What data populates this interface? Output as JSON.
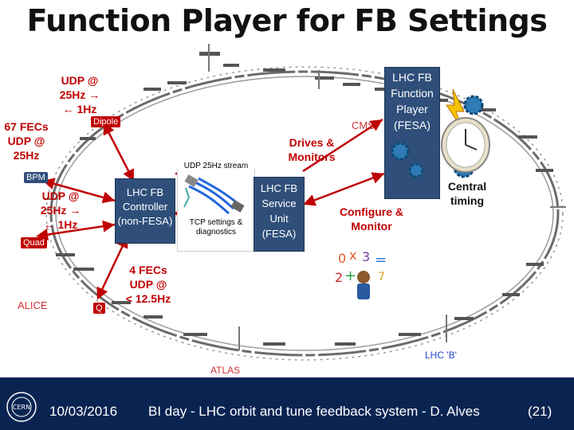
{
  "title": "Function Player for FB Settings",
  "labels": {
    "udp_top": "UDP @\n25Hz →\n← 1Hz",
    "fecs67": "67 FECs\nUDP @\n25Hz",
    "udp_left": "UDP @\n25Hz →\n← 1Hz",
    "fecs4": "4 FECs\nUDP @\n< 12.5Hz",
    "udp_stream": "UDP 25Hz stream",
    "drives": "Drives &\nMonitors",
    "configure": "Configure &\nMonitor",
    "central_timing": "Central\ntiming",
    "tcp": "TCP settings &\ndiagnostics"
  },
  "boxes": {
    "controller": "LHC FB\nController\n(non-FESA)",
    "service": "LHC FB\nService\nUnit\n(FESA)",
    "player": "LHC FB\nFunction\nPlayer\n(FESA)"
  },
  "tags": {
    "dipole": "Dipole",
    "bpm": "BPM",
    "quad": "Quad",
    "q": "Q"
  },
  "ring_labels": {
    "cms": "CMS",
    "alice": "ALICE",
    "atlas": "ATLAS",
    "lhcb": "LHC 'B'"
  },
  "footer": {
    "date": "10/03/2016",
    "event": "BI day - LHC orbit and tune feedback system - D. Alves",
    "page": "(21)",
    "logo": "CERN"
  },
  "colors": {
    "box": "#2f4f7a",
    "accent_red": "#c00000",
    "footer": "#0a2452",
    "navy_text": "#1f3a6e"
  }
}
